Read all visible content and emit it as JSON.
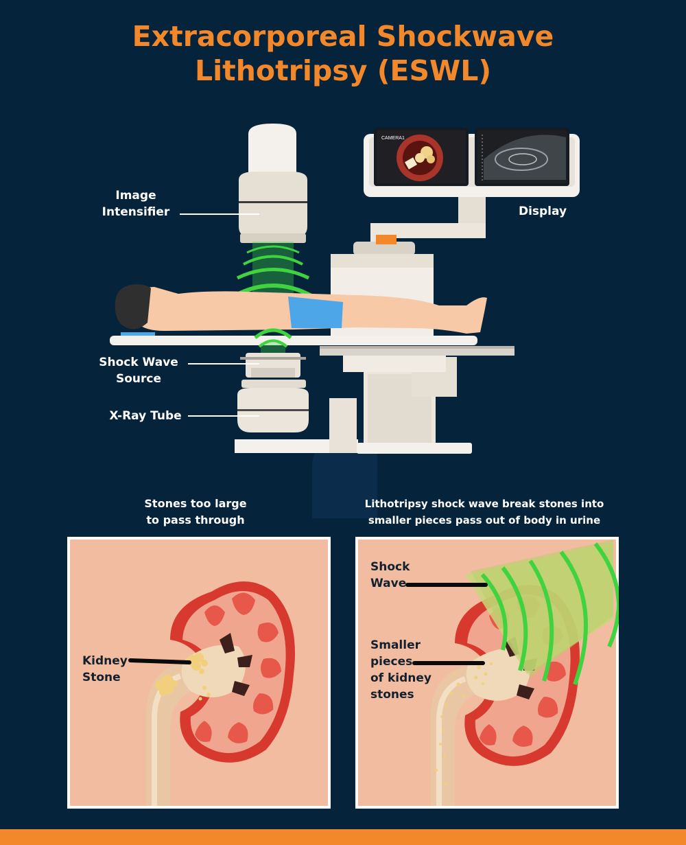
{
  "title": {
    "line1": "Extracorporeal Shockwave",
    "line2": "Lithotripsy (ESWL)"
  },
  "machine_labels": {
    "image_intensifier_1": "Image",
    "image_intensifier_2": "Intensifier",
    "display": "Display",
    "shock_wave_source_1": "Shock Wave",
    "shock_wave_source_2": "Source",
    "xray_tube": "X-Ray Tube"
  },
  "monitor": {
    "camera_label": "CAMERA1"
  },
  "panels": {
    "left": {
      "caption_1": "Stones too large",
      "caption_2": "to pass through",
      "label_1": "Kidney",
      "label_2": "Stone"
    },
    "right": {
      "caption_1": "Lithotripsy shock wave break stones into",
      "caption_2": "smaller pieces pass out of body in urine",
      "shock_1": "Shock",
      "shock_2": "Wave",
      "pieces_1": "Smaller",
      "pieces_2": "pieces",
      "pieces_3": "of kidney",
      "pieces_4": "stones"
    }
  },
  "colors": {
    "background": "#06233c",
    "accent": "#f3882b",
    "machine": "#e8e2d8",
    "wave": "#3fd33f",
    "kidney_outer": "#d8392e",
    "panel_bg": "#f2bca0"
  }
}
